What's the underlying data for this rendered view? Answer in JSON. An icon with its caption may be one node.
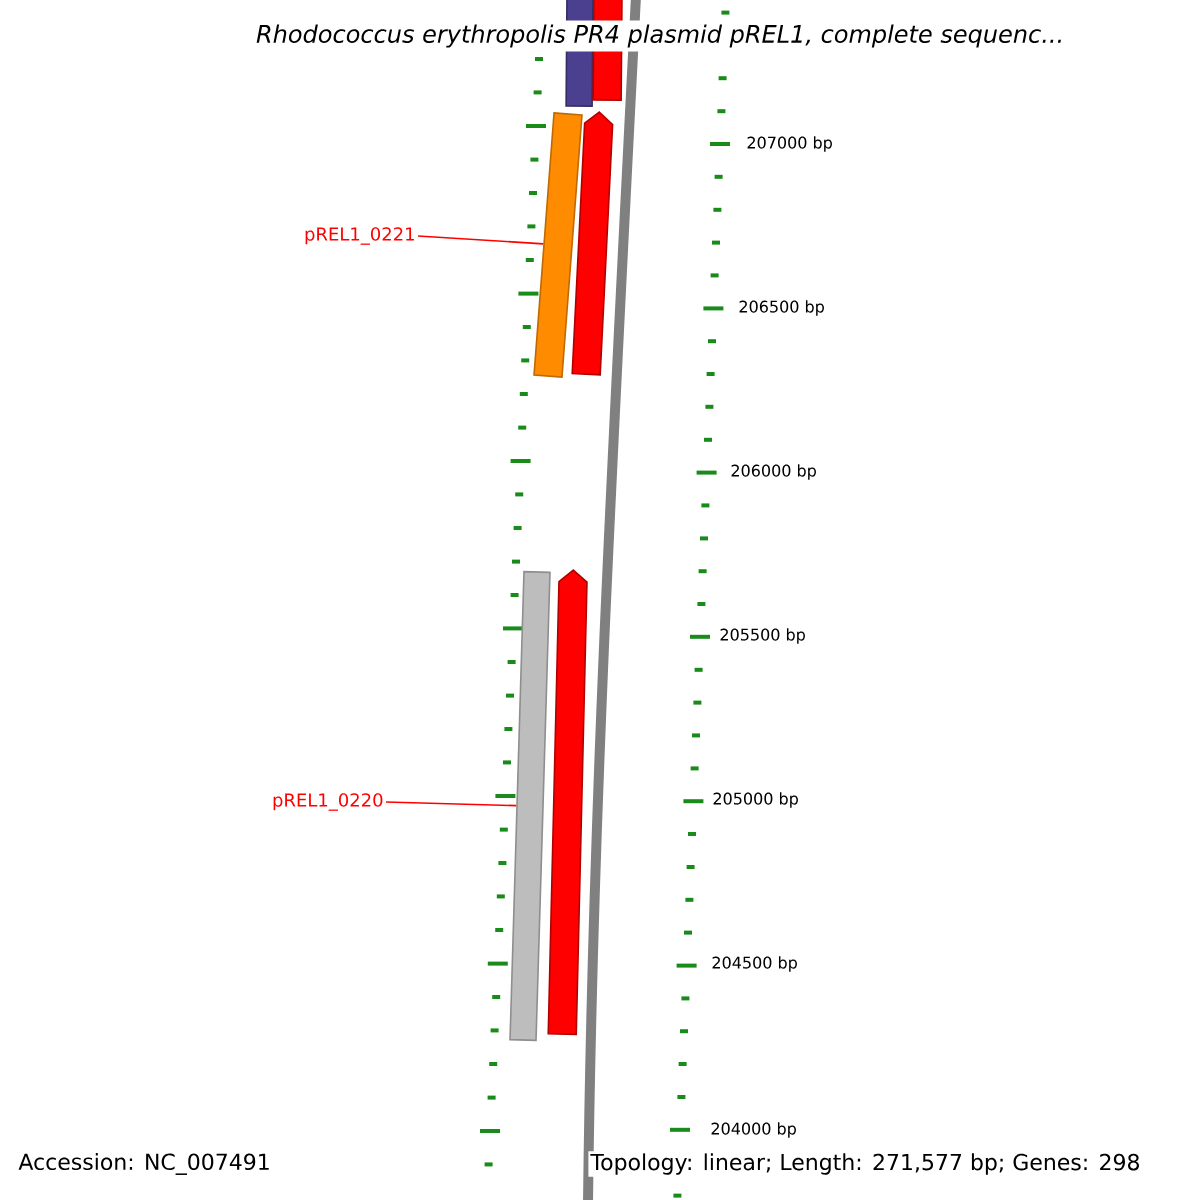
{
  "diagram": {
    "title": "Rhodococcus erythropolis PR4 plasmid pREL1, complete sequenc...",
    "nodes": [
      {
        "text": [],
        "shape": "bar"
      },
      {
        "text": [],
        "shape": "bar"
      },
      {
        "text": [
          "pREL1_0221"
        ]
      },
      {
        "text": [],
        "shape": "bar"
      },
      {
        "text": [],
        "shape": "bar"
      },
      {
        "text": [
          "pREL1_0220"
        ]
      },
      {
        "text": [],
        "shape": "bar"
      },
      {
        "text": [],
        "shape": "bar"
      }
    ],
    "edges": [
      {
        "from": 2,
        "to": 3,
        "arrow": "none"
      },
      {
        "from": 5,
        "to": 6,
        "arrow": "none"
      }
    ],
    "labels": [
      "207000 bp",
      "206500 bp",
      "206000 bp",
      "205500 bp",
      "205000 bp",
      "204500 bp",
      "204000 bp",
      "Accession: NC_007491",
      "Topology: linear; Length: 271,577 bp; Genes: 298"
    ]
  }
}
